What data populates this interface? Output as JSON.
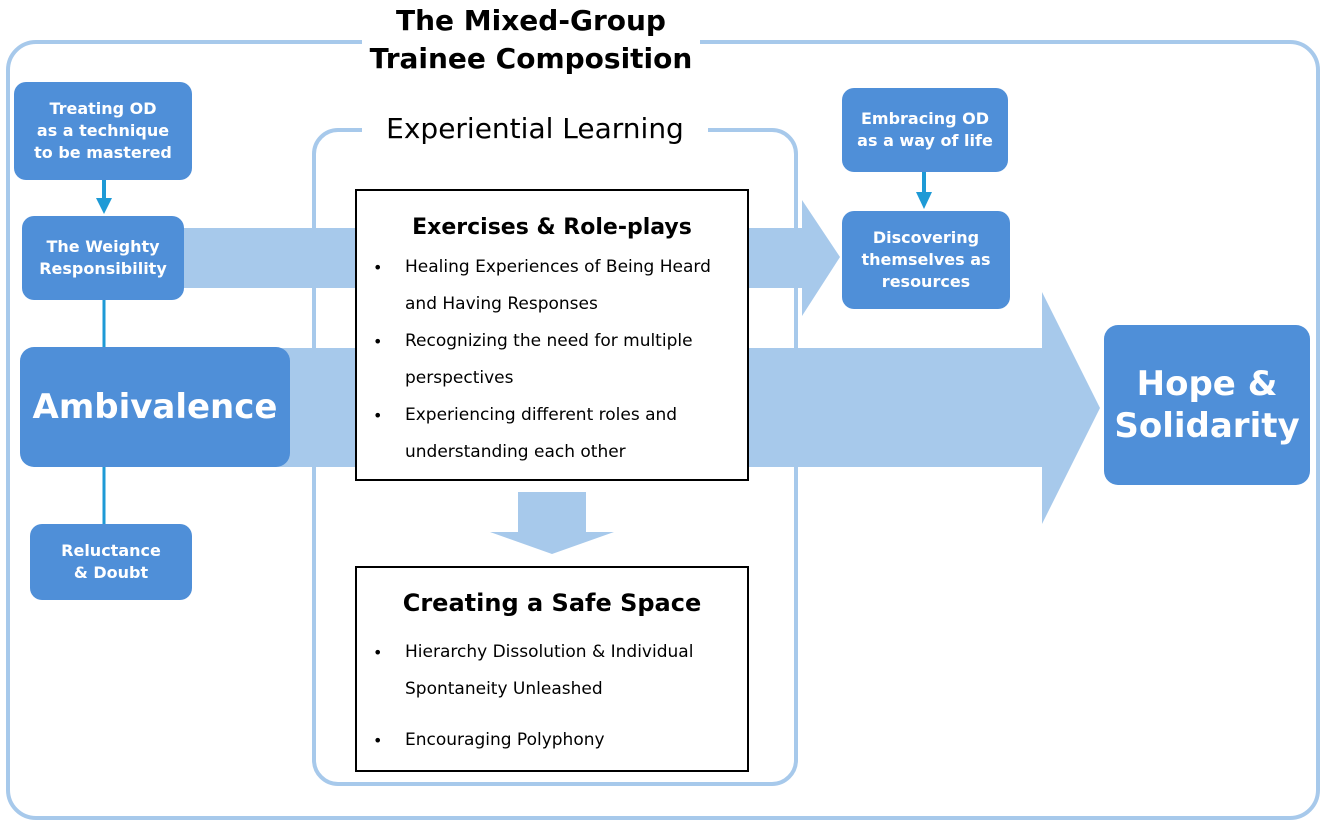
{
  "outer_frame": {
    "title_line1": "The Mixed-Group",
    "title_line2": "Trainee Composition"
  },
  "inner_frame": {
    "title": "Experiential Learning"
  },
  "left": {
    "treating": "Treating OD\nas a technique\nto be mastered",
    "weighty": "The Weighty\nResponsibility",
    "ambivalence": "Ambivalence",
    "reluctance": "Reluctance\n& Doubt"
  },
  "right": {
    "embracing": "Embracing OD\nas a way of life",
    "discovering": "Discovering\nthemselves as\nresources",
    "hope": "Hope &\nSolidarity"
  },
  "exercises": {
    "title": "Exercises & Role-plays",
    "items": [
      "Healing Experiences of Being Heard\nand Having Responses",
      "Recognizing the need for multiple\nperspectives",
      "Experiencing different roles and\nunderstanding each other"
    ]
  },
  "safe_space": {
    "title": "Creating a Safe Space",
    "items": [
      "Hierarchy Dissolution & Individual\nSpontaneity Unleashed",
      "Encouraging Polyphony"
    ]
  },
  "colors": {
    "box_blue": "#4f8fd8",
    "arrow_light": "#a7c9eb",
    "connector": "#1e9ad6",
    "frame": "#a7c9eb"
  }
}
